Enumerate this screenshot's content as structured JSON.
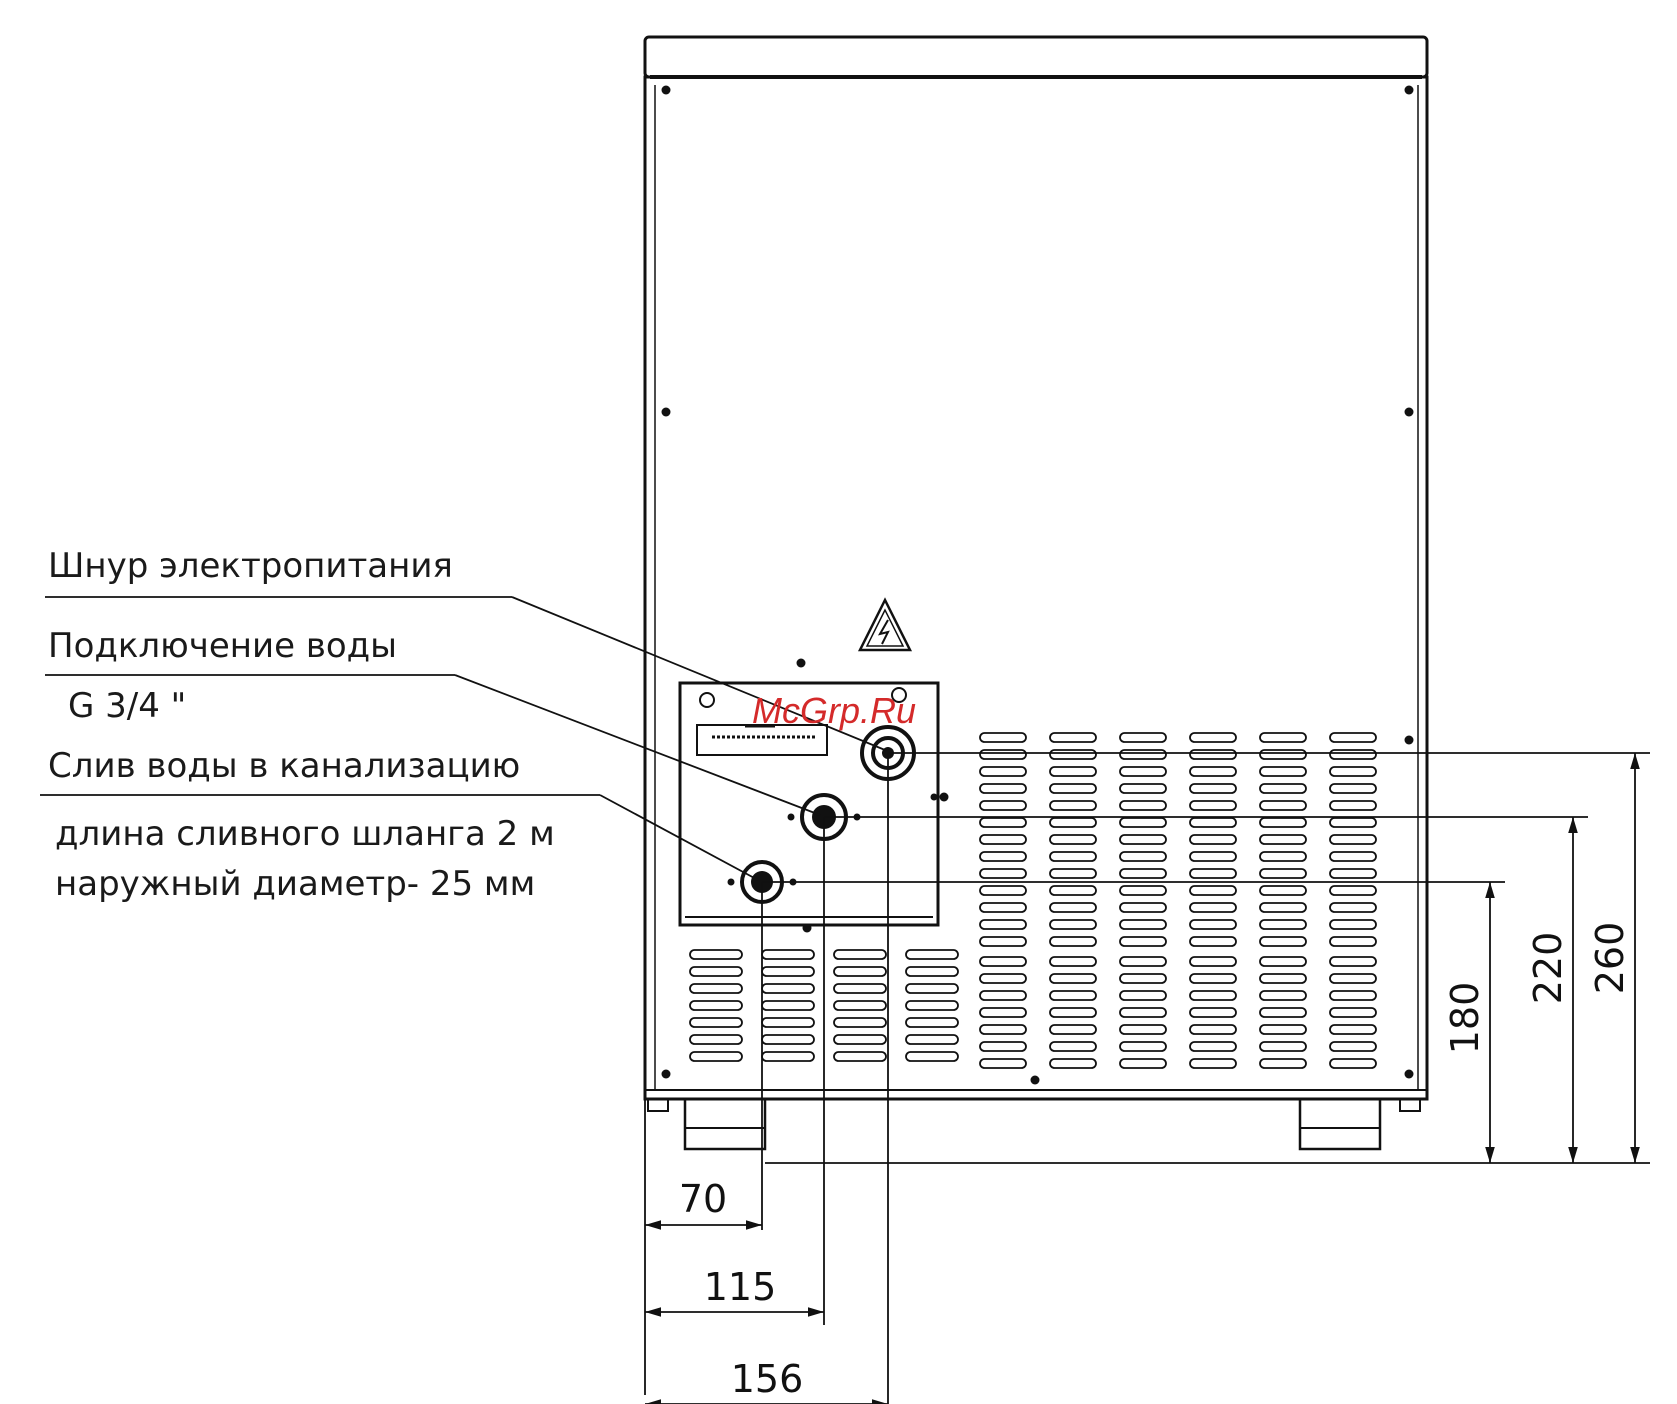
{
  "labels": {
    "power_cord": "Шнур электропитания",
    "water_connection": "Подключение воды",
    "water_thread": "G 3/4 \"",
    "drain": "Слив воды в канализацию",
    "hose_length": "длина сливного шланга 2 м",
    "hose_diameter": "наружный диаметр- 25 мм"
  },
  "dimensions": {
    "drain_x": "70",
    "water_x": "115",
    "power_x": "156",
    "drain_h": "180",
    "water_h": "220",
    "power_h": "260"
  },
  "watermark": "McGrp.Ru",
  "colors": {
    "line": "#111111",
    "watermark": "#d42a2a",
    "background": "#ffffff"
  }
}
